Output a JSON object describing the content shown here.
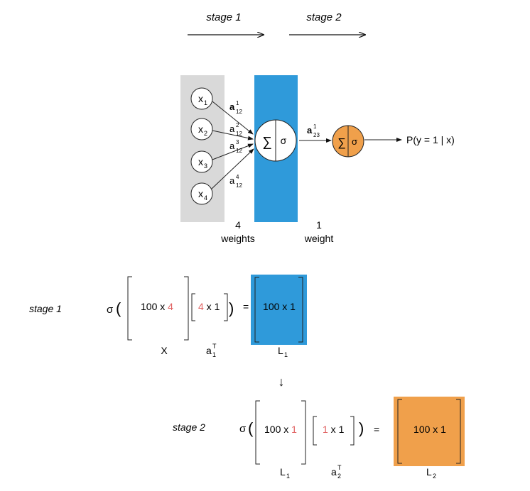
{
  "stage_arrows": [
    {
      "label": "stage 1"
    },
    {
      "label": "stage 2"
    }
  ],
  "network": {
    "inputs": [
      {
        "base": "x",
        "sub": "1"
      },
      {
        "base": "x",
        "sub": "2"
      },
      {
        "base": "x",
        "sub": "3"
      },
      {
        "base": "x",
        "sub": "4"
      }
    ],
    "input_weights": [
      {
        "base": "a",
        "sup": "1",
        "sub": "12"
      },
      {
        "base": "a",
        "sup": "2",
        "sub": "12"
      },
      {
        "base": "a",
        "sup": "3",
        "sub": "12"
      },
      {
        "base": "a",
        "sup": "4",
        "sub": "12"
      }
    ],
    "hidden_weight": {
      "base": "a",
      "sup": "1",
      "sub": "23"
    },
    "sum_symbol": "∑",
    "activation_symbol": "σ",
    "output_label": "P(y = 1 | x)",
    "weights_counts": [
      {
        "count": "4",
        "label": "weights"
      },
      {
        "count": "1",
        "label": "weight"
      }
    ]
  },
  "equations": {
    "stage1": {
      "label": "stage 1",
      "sigma": "σ",
      "open_paren": "(",
      "close_paren": ")",
      "equals": "=",
      "matrix_x": {
        "prefix": "100 x ",
        "highlight": "4"
      },
      "matrix_a": {
        "highlight": "4",
        "suffix": " x 1"
      },
      "result": "100 x 1",
      "under_x": "X",
      "under_a": {
        "base": "a",
        "sub": "1",
        "sup": "T"
      },
      "under_result": {
        "base": "L",
        "sub": "1"
      }
    },
    "down_arrow": "↓",
    "stage2": {
      "label": "stage 2",
      "sigma": "σ",
      "open_paren": "(",
      "close_paren": ")",
      "equals": "=",
      "matrix_l": {
        "prefix": "100 x ",
        "highlight": "1"
      },
      "matrix_a": {
        "highlight": "1",
        "suffix": " x 1"
      },
      "result": "100 x 1",
      "under_l": {
        "base": "L",
        "sub": "1"
      },
      "under_a": {
        "base": "a",
        "sub": "2",
        "sup": "T"
      },
      "under_result": {
        "base": "L",
        "sub": "2"
      }
    }
  },
  "colors": {
    "blue": "#2f9ada",
    "orange": "#f0a04b",
    "gray": "#d9d9d9",
    "highlight_red": "#e06060"
  }
}
